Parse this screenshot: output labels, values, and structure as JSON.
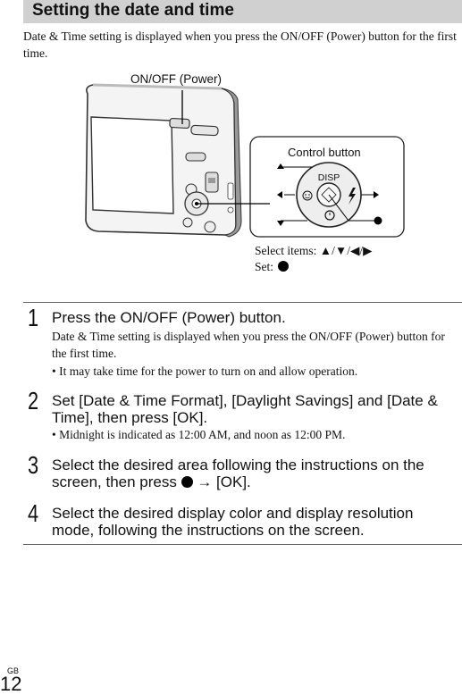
{
  "header": {
    "title": "Setting the date and time"
  },
  "intro": "Date & Time setting is displayed when you press the ON/OFF (Power) button for the first time.",
  "figure": {
    "power_label": "ON/OFF (Power)",
    "control_label": "Control button",
    "disp_label": "DISP",
    "select_items_label": "Select items: ▲/▼/◀/▶",
    "set_label": "Set:"
  },
  "steps": [
    {
      "number": "1",
      "title": "Press the ON/OFF (Power) button.",
      "body": "Date & Time setting is displayed when you press the ON/OFF (Power) button for the first time.",
      "note": "• It may take time for the power to turn on and allow operation."
    },
    {
      "number": "2",
      "title": "Set [Date & Time Format], [Daylight Savings] and [Date & Time], then press [OK].",
      "note": "• Midnight is indicated as 12:00 AM, and noon as 12:00 PM."
    },
    {
      "number": "3",
      "title_before": "Select the desired area following the instructions on the screen, then press",
      "title_after": "→ [OK]."
    },
    {
      "number": "4",
      "title": "Select the desired display color and display resolution mode, following the instructions on the screen."
    }
  ],
  "footer": {
    "lang": "GB",
    "page": "12"
  }
}
